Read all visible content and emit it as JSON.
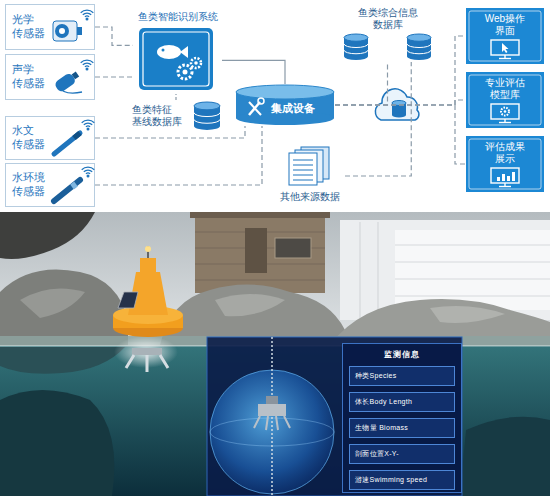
{
  "diagram": {
    "nodes": [
      {
        "text": [
          "光学 传感器"
        ]
      },
      {
        "text": [
          "声学 传感器"
        ]
      },
      {
        "text": [
          "鱼类智能识别系统"
        ]
      },
      {
        "text": [
          "鱼类特征 基线数据库"
        ]
      },
      {
        "text": [
          "集成设备"
        ]
      },
      {
        "text": [
          "水文 传感器"
        ]
      },
      {
        "text": [
          "水环境 传感器"
        ]
      },
      {
        "text": [
          "其他来源数据"
        ]
      },
      {
        "text": [
          "鱼类综合信息 数据库"
        ]
      },
      {
        "text": [
          "Web操作 界面"
        ]
      },
      {
        "text": [
          "专业评估 模型库"
        ]
      },
      {
        "text": [
          "评估成果 展示"
        ]
      },
      {
        "text": [
          "监测信息"
        ]
      },
      {
        "text": [
          "种类Species"
        ],
        "in": 12
      },
      {
        "text": [
          "体长Body Length"
        ],
        "in": 12
      },
      {
        "text": [
          "生物量 Biomass"
        ],
        "in": 12
      },
      {
        "text": [
          "剖面位置X-Y-"
        ],
        "in": 12
      },
      {
        "text": [
          "游速Swimming speed"
        ],
        "in": 12
      }
    ],
    "edges": [
      {
        "from": 0,
        "to": 2,
        "arrow": "none"
      },
      {
        "from": 1,
        "to": 2,
        "arrow": "none"
      },
      {
        "from": 2,
        "to": 4,
        "arrow": "none"
      },
      {
        "from": 3,
        "to": 2,
        "arrow": "none"
      },
      {
        "from": 5,
        "to": 4,
        "arrow": "none"
      },
      {
        "from": 6,
        "to": 4,
        "arrow": "none"
      },
      {
        "from": 4,
        "to": 8,
        "arrow": "none"
      },
      {
        "from": 4,
        "to": 9,
        "arrow": "none"
      },
      {
        "from": 4,
        "to": 10,
        "arrow": "none"
      },
      {
        "from": 4,
        "to": 11,
        "arrow": "none"
      },
      {
        "from": 7,
        "to": 8,
        "arrow": "none"
      }
    ]
  }
}
